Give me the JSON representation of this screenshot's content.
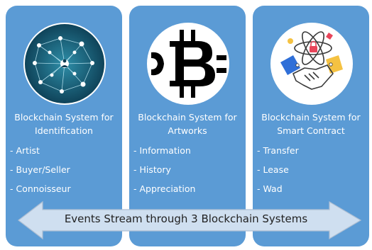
{
  "panels": [
    {
      "title_line1": "Blockchain System for",
      "title_line2": "Identification",
      "items": [
        "- Artist",
        "- Buyer/Seller",
        "- Connoisseur"
      ],
      "icon": "network-globe-icon"
    },
    {
      "title_line1": "Blockchain System for",
      "title_line2": "Artworks",
      "items": [
        "- Information",
        "- History",
        "- Appreciation"
      ],
      "icon": "bitcoin-icon"
    },
    {
      "title_line1": "Blockchain System for",
      "title_line2": "Smart Contract",
      "items": [
        "- Transfer",
        "- Lease",
        "- Wad"
      ],
      "icon": "handshake-atom-icon"
    }
  ],
  "arrow": {
    "label": "Events Stream through 3 Blockchain Systems"
  },
  "colors": {
    "panel": "#5b9bd5",
    "arrow_fill": "#cfdff0",
    "arrow_stroke": "#aebfd3"
  }
}
